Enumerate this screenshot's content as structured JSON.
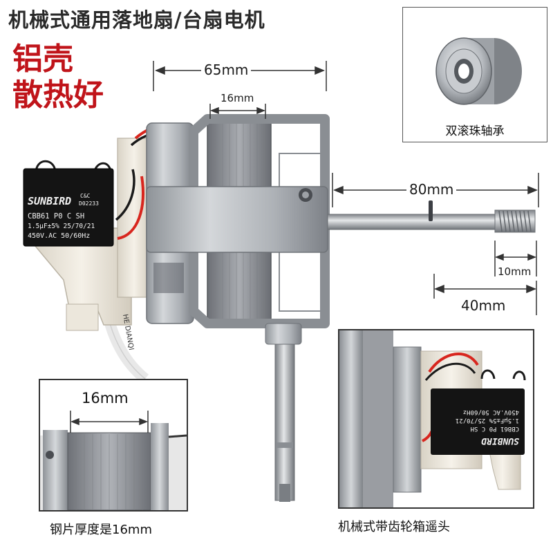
{
  "header": {
    "title": "机械式通用落地扇/台扇电机",
    "promo_line1": "铝壳",
    "promo_line2": "散热好"
  },
  "dimensions": {
    "width_65": "65mm",
    "lamination_16": "16mm",
    "shaft_80": "80mm",
    "thread_10": "10mm",
    "shaft_40": "40mm"
  },
  "capacitor": {
    "brand": "SUNBIRD",
    "mark": "C&C",
    "code": "D02233",
    "model": "CBB61  P0  C  SH",
    "spec": "1.5μF±5%  25/70/21",
    "rating": "450V.AC  50/60Hz"
  },
  "cable_text": "HE DIANQI",
  "bearing_inset": {
    "caption": "双滚珠轴承"
  },
  "thickness_inset": {
    "label": "16mm",
    "caption": "钢片厚度是16mm"
  },
  "gearbox_inset": {
    "caption": "机械式带齿轮箱遥头"
  },
  "colors": {
    "promo_red": "#c0141a",
    "aluminium": "#b9bdc2",
    "lamination": "#8d9096",
    "housing_white": "#efeae0",
    "wire_red": "#d8261e",
    "capacitor_black": "#141414"
  }
}
